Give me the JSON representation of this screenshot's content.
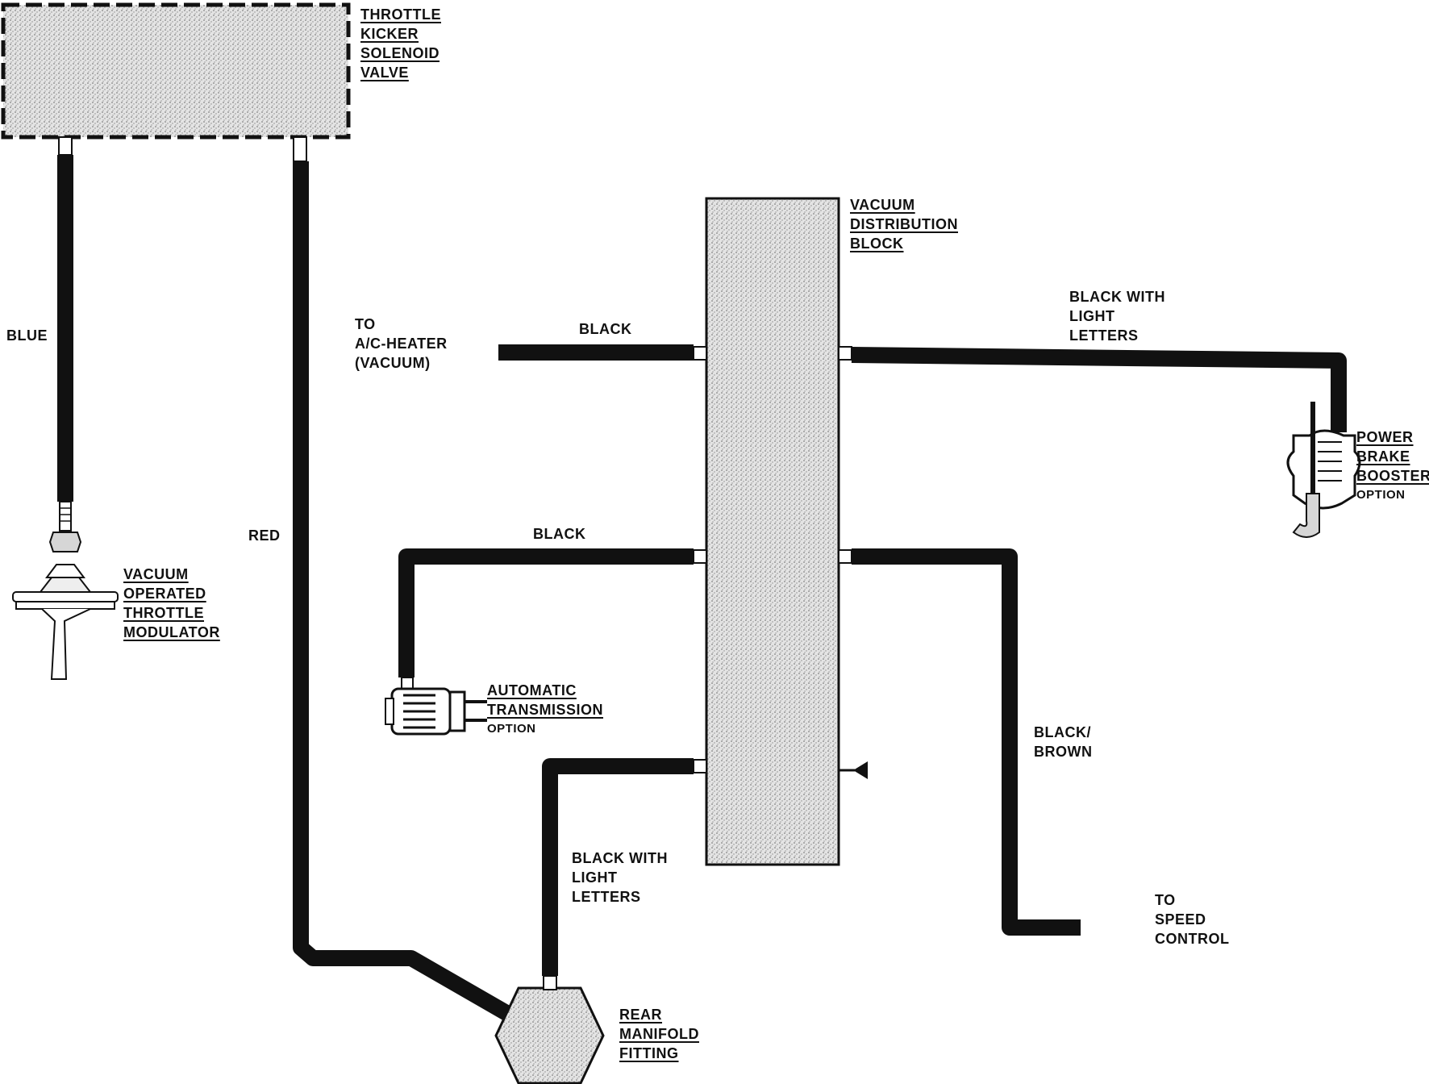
{
  "components": {
    "solenoid": [
      "THROTTLE",
      "KICKER",
      "SOLENOID",
      "VALVE"
    ],
    "distribution_block": [
      "VACUUM",
      "DISTRIBUTION",
      "BLOCK"
    ],
    "modulator": [
      "VACUUM",
      "OPERATED",
      "THROTTLE",
      "MODULATOR"
    ],
    "transmission": [
      "AUTOMATIC",
      "TRANSMISSION"
    ],
    "transmission_option": "OPTION",
    "brake_booster": [
      "POWER",
      "BRAKE",
      "BOOSTER"
    ],
    "brake_booster_option": "OPTION",
    "manifold": [
      "REAR",
      "MANIFOLD",
      "FITTING"
    ]
  },
  "hoses": {
    "blue": "BLUE",
    "red": "RED",
    "ac_black": "BLACK",
    "trans_black": "BLACK",
    "booster": [
      "BLACK WITH",
      "LIGHT",
      "LETTERS"
    ],
    "speed": [
      "BLACK/",
      "BROWN"
    ],
    "manifold": [
      "BLACK WITH",
      "LIGHT",
      "LETTERS"
    ]
  },
  "destinations": {
    "ac_heater": [
      "TO",
      "A/C-HEATER",
      "(VACUUM)"
    ],
    "speed_control": [
      "TO",
      "SPEED",
      "CONTROL"
    ]
  },
  "colors": {
    "ink": "#111111",
    "fill": "#d6d6d6",
    "background": "#ffffff"
  }
}
